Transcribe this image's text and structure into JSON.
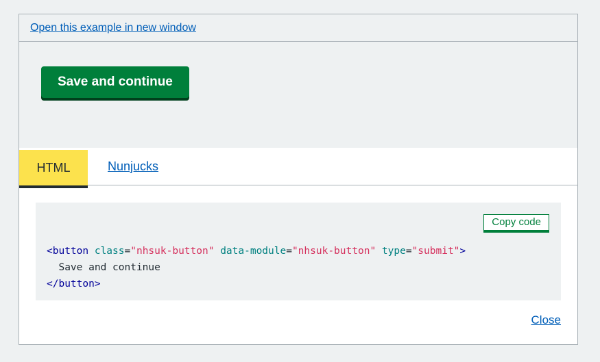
{
  "header": {
    "open_link_label": "Open this example in new window"
  },
  "example": {
    "button_label": "Save and continue"
  },
  "tabs": [
    {
      "label": "HTML",
      "active": true
    },
    {
      "label": "Nunjucks",
      "active": false
    }
  ],
  "code_panel": {
    "copy_button_label": "Copy code",
    "close_link_label": "Close",
    "code": {
      "language": "html",
      "plain_text": "<button class=\"nhsuk-button\" data-module=\"nhsuk-button\" type=\"submit\">\n  Save and continue\n</button>",
      "lines": [
        {
          "tokens": [
            {
              "t": "<button",
              "c": "tag"
            },
            {
              "t": " ",
              "c": "plain"
            },
            {
              "t": "class",
              "c": "attr"
            },
            {
              "t": "=",
              "c": "op"
            },
            {
              "t": "\"nhsuk-button\"",
              "c": "str"
            },
            {
              "t": " ",
              "c": "plain"
            },
            {
              "t": "data-module",
              "c": "attr"
            },
            {
              "t": "=",
              "c": "op"
            },
            {
              "t": "\"nhsuk-button\"",
              "c": "str"
            },
            {
              "t": " ",
              "c": "plain"
            },
            {
              "t": "type",
              "c": "attr"
            },
            {
              "t": "=",
              "c": "op"
            },
            {
              "t": "\"submit\"",
              "c": "str"
            },
            {
              "t": ">",
              "c": "tag"
            }
          ]
        },
        {
          "tokens": [
            {
              "t": "  Save and continue",
              "c": "plain"
            }
          ]
        },
        {
          "tokens": [
            {
              "t": "</button>",
              "c": "tag"
            }
          ]
        }
      ]
    }
  },
  "colors": {
    "page_background": "#eef1f2",
    "panel_background": "#ffffff",
    "border_grey": "#a8b0b6",
    "link_blue": "#005eb8",
    "button_green": "#007f3b",
    "button_shadow_green": "#00401c",
    "active_tab_yellow": "#fce24d",
    "active_tab_border": "#212b32",
    "code_tag": "#000099",
    "code_attr": "#008080",
    "code_string": "#d5305d",
    "text_dark": "#212b32"
  }
}
